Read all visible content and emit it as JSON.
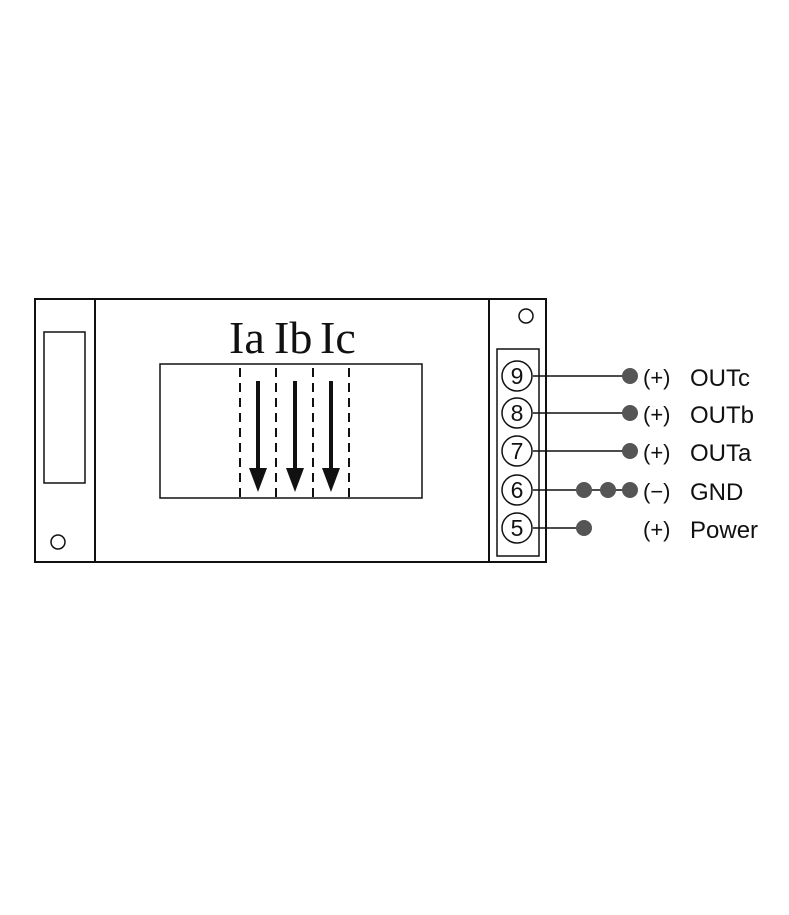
{
  "diagram": {
    "current_labels": [
      "Ia",
      "Ib",
      "Ic"
    ],
    "terminals": [
      {
        "number": "9",
        "polarity": "(+)",
        "name": "OUTc"
      },
      {
        "number": "8",
        "polarity": "(+)",
        "name": "OUTb"
      },
      {
        "number": "7",
        "polarity": "(+)",
        "name": "OUTa"
      },
      {
        "number": "6",
        "polarity": "(−)",
        "name": "GND"
      },
      {
        "number": "5",
        "polarity": "(+)",
        "name": "Power"
      }
    ],
    "colors": {
      "line": "#111111",
      "dot": "#555555",
      "background": "#ffffff"
    }
  }
}
